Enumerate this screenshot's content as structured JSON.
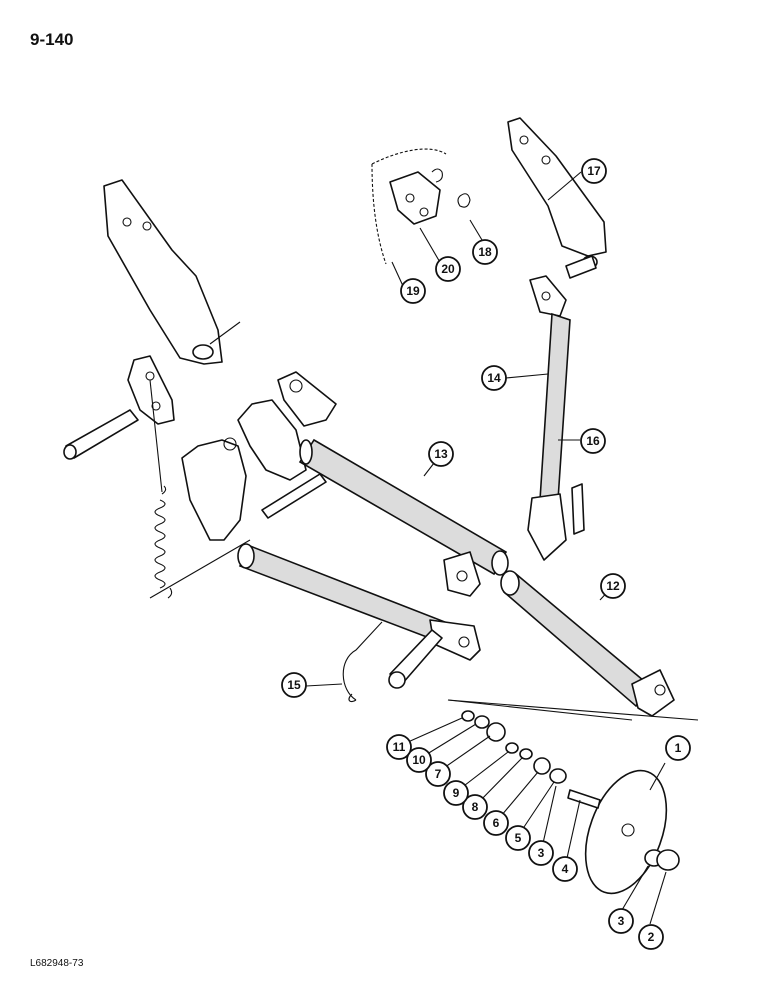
{
  "page_number": "9-140",
  "figure_code": "L682948-73",
  "callouts": [
    {
      "id": "c1",
      "label": "1"
    },
    {
      "id": "c2",
      "label": "2"
    },
    {
      "id": "c3a",
      "label": "3"
    },
    {
      "id": "c3b",
      "label": "3"
    },
    {
      "id": "c4",
      "label": "4"
    },
    {
      "id": "c5",
      "label": "5"
    },
    {
      "id": "c6",
      "label": "6"
    },
    {
      "id": "c7",
      "label": "7"
    },
    {
      "id": "c8",
      "label": "8"
    },
    {
      "id": "c9",
      "label": "9"
    },
    {
      "id": "c10",
      "label": "10"
    },
    {
      "id": "c11",
      "label": "11"
    },
    {
      "id": "c12",
      "label": "12"
    },
    {
      "id": "c13",
      "label": "13"
    },
    {
      "id": "c14",
      "label": "14"
    },
    {
      "id": "c15",
      "label": "15"
    },
    {
      "id": "c16",
      "label": "16"
    },
    {
      "id": "c17",
      "label": "17"
    },
    {
      "id": "c18",
      "label": "18"
    },
    {
      "id": "c19",
      "label": "19"
    },
    {
      "id": "c20",
      "label": "20"
    }
  ]
}
